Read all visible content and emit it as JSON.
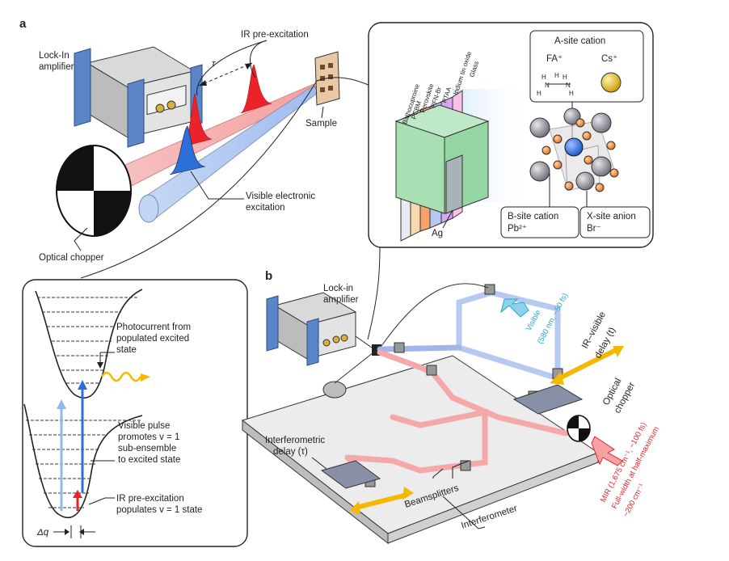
{
  "panel_a": {
    "letter": "a",
    "lock_in_label_1": "Lock-In",
    "lock_in_label_2": "amplifier",
    "tau": "τ",
    "ir_pre": "IR pre-excitation",
    "sample": "Sample",
    "visible_1": "Visible electronic",
    "visible_2": "excitation",
    "chopper": "Optical chopper"
  },
  "device": {
    "layers": [
      "Bathocuproine",
      "PCBM",
      "Perovskite",
      "PFN-Br",
      "PTAA",
      "Indium tin oxide",
      "Glass"
    ],
    "ag": "Ag",
    "a_site_title": "A-site cation",
    "fa": "FA⁺",
    "cs": "Cs⁺",
    "b_site_1": "B-site cation",
    "b_site_2": "Pb²⁺",
    "x_site_1": "X-site anion",
    "x_site_2": "Br⁻"
  },
  "energy": {
    "photocurrent_1": "Photocurrent from",
    "photocurrent_2": "populated excited",
    "photocurrent_3": "state",
    "visible_pulse_1": "Visible pulse",
    "visible_pulse_2": "promotes v = 1",
    "visible_pulse_3": "sub-ensemble",
    "visible_pulse_4": "to excited state",
    "ir_pop_1": "IR pre-excitation",
    "ir_pop_2": "populates v = 1 state",
    "dq": "Δq"
  },
  "panel_b": {
    "letter": "b",
    "lock_in_1": "Lock-in",
    "lock_in_2": "amplifier",
    "visible_1": "Visible",
    "visible_2": "(580 nm, ~50 fs)",
    "ir_vis_1": "IR–visible",
    "ir_vis_2": "delay (t)",
    "chopper_1": "Optical",
    "chopper_2": "chopper",
    "interf_1": "Interferometric",
    "interf_2": "delay (τ)",
    "beamsplitters": "Beamsplitters",
    "interferometer": "Interferometer",
    "mir_1": "MIR (1,675 cm⁻¹, ~100 fs)",
    "mir_2": "Full-width at half-maximum",
    "mir_3": "~200 cm⁻¹"
  },
  "colors": {
    "ir_red": "#e8232a",
    "visible_blue": "#2c6fd6",
    "visible_cyan": "#2aa7c9",
    "yellow": "#f5b800"
  }
}
